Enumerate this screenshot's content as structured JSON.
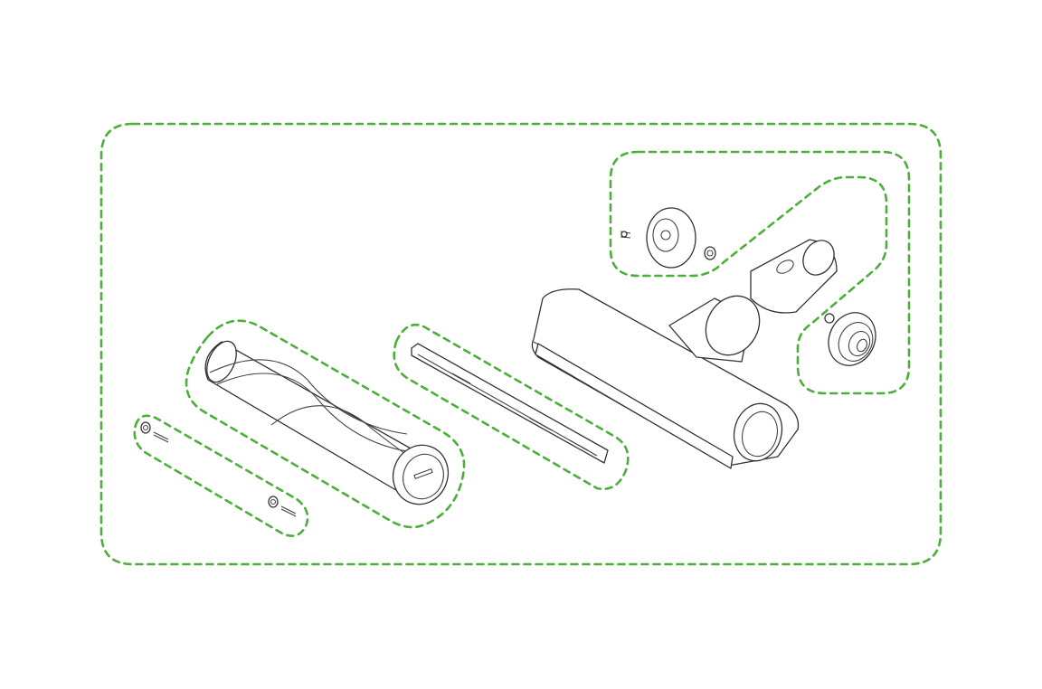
{
  "diagram": {
    "type": "exploded-parts-view",
    "colors": {
      "group_outline": "#4caf3a",
      "part_line": "#333333"
    },
    "groups": [
      {
        "id": "all-parts"
      },
      {
        "id": "end-cap-assembly"
      },
      {
        "id": "neck-and-wheel-assembly"
      },
      {
        "id": "brush-roller"
      },
      {
        "id": "roller-pins"
      },
      {
        "id": "brush-strip"
      }
    ]
  }
}
